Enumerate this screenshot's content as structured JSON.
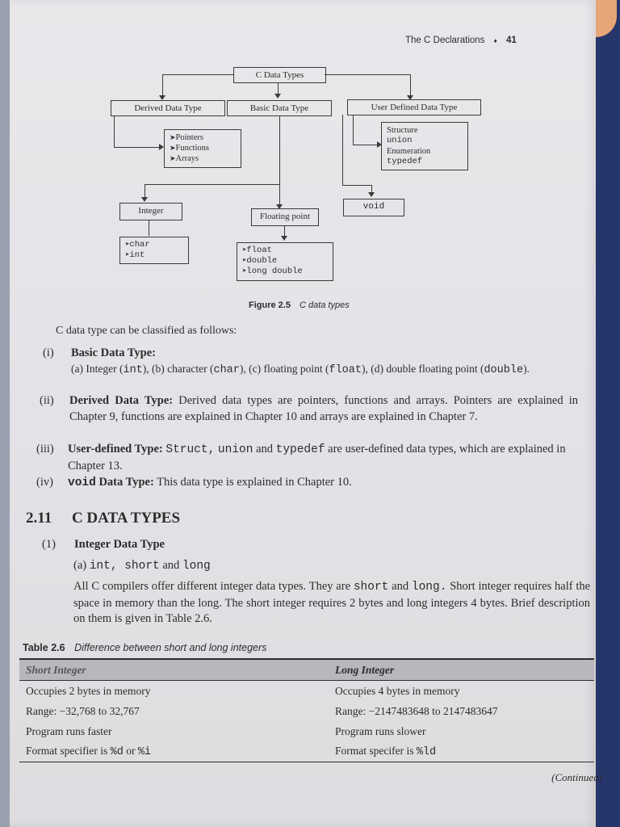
{
  "header": {
    "running_title": "The C Declarations",
    "separator": "♦",
    "page_number": "41"
  },
  "figure": {
    "root": "C Data Types",
    "derived": "Derived Data Type",
    "basic": "Basic Data Type",
    "user_defined": "User Defined Data Type",
    "derived_list": [
      "Pointers",
      "Functions",
      "Arrays"
    ],
    "user_list": [
      "Structure",
      "union",
      "Enumeration",
      "typedef"
    ],
    "integer": "Integer",
    "floating": "Floating point",
    "void": "void",
    "integer_list": [
      "char",
      "int"
    ],
    "float_list": [
      "float",
      "double",
      "long double"
    ],
    "caption_label": "Figure 2.5",
    "caption_text": "C data types"
  },
  "classification": {
    "intro": "C data type can be classified as follows:",
    "items": [
      {
        "num": "(i)",
        "title": "Basic Data Type:"
      },
      {
        "num": "(ii)",
        "title": "Derived Data Type:",
        "text": "Derived data types are pointers, functions and arrays. Pointers are explained in Chapter 9, functions are explained in Chapter 10 and arrays are explained in Chapter 7."
      },
      {
        "num": "(iii)",
        "title": "User-defined Type:",
        "text": "are user-defined data types, which are explained in Chapter 13."
      },
      {
        "num": "(iv)",
        "title": "Data Type:",
        "text": "This data type is explained in Chapter 10."
      }
    ],
    "basic_line": {
      "a": "(a) Integer (",
      "a_code": "int",
      "b": "), (b) character (",
      "b_code": "char",
      "c": "), (c) floating point (",
      "c_code": "float",
      "d": "), (d) double floating point (",
      "d_code": "double",
      "end": ")."
    },
    "user_codes": {
      "struct": "Struct,",
      "union": "union",
      "and": "and",
      "typedef": "typedef"
    },
    "void_code": "void"
  },
  "section": {
    "number": "2.11",
    "title": "C DATA TYPES",
    "sub_num": "(1)",
    "sub_title": "Integer Data Type",
    "sub_a_label": "(a)",
    "sub_a_codes": "int, short",
    "sub_a_and": "and",
    "sub_a_code2": "long",
    "para": {
      "p1": "All C compilers offer different integer data types. They are",
      "c1": "short",
      "p2": "and",
      "c2": "long.",
      "p3": "Short integer requires half the space in memory than the long. The short integer requires 2 bytes and long integers 4 bytes. Brief description on them is given in Table 2.6."
    }
  },
  "table": {
    "label": "Table 2.6",
    "caption": "Difference between short and long integers",
    "headers": [
      "Short Integer",
      "Long Integer"
    ],
    "rows": [
      [
        "Occupies 2 bytes in memory",
        "Occupies 4 bytes in memory"
      ],
      [
        "Range: −32,768 to 32,767",
        "Range: −2147483648 to 2147483647"
      ],
      [
        "Program runs faster",
        "Program runs slower"
      ]
    ],
    "format_left": "Format specifier is",
    "format_left_code1": "%d",
    "format_left_or": "or",
    "format_left_code2": "%i",
    "format_right": "Format specifer is",
    "format_right_code": "%ld",
    "continued": "(Continued)"
  }
}
